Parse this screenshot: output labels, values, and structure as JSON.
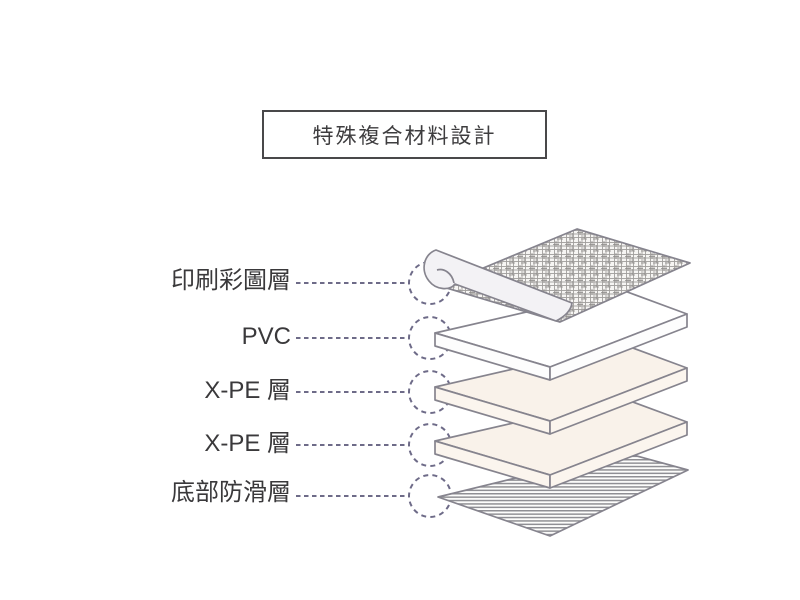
{
  "title": {
    "text": "特殊複合材料設計"
  },
  "callouts": [
    {
      "label": "印刷彩圖層",
      "layer": "printed-graphic-sheet"
    },
    {
      "label": "PVC",
      "layer": "pvc-slab"
    },
    {
      "label": "X-PE 層",
      "layer": "xpe-slab-upper"
    },
    {
      "label": "X-PE 層",
      "layer": "xpe-slab-lower"
    },
    {
      "label": "底部防滑層",
      "layer": "anti-slip-sheet"
    }
  ],
  "layers": [
    {
      "name": "printed-graphic-sheet",
      "appearance": "crosshatch-textured sheet with curled front edge"
    },
    {
      "name": "pvc-slab",
      "appearance": "white slab"
    },
    {
      "name": "xpe-slab-upper",
      "appearance": "cream slab"
    },
    {
      "name": "xpe-slab-lower",
      "appearance": "cream slab"
    },
    {
      "name": "anti-slip-sheet",
      "appearance": "flat sheet with horizontal stripes"
    }
  ],
  "colors": {
    "background": "#ffffff",
    "outline": "#86848e",
    "callout": "#6e6b88",
    "label_text": "#3a393b",
    "title_text": "#3e3d3f",
    "title_border": "#49484a",
    "pvc_top": "#ffffff",
    "pvc_side": "#fdfdfd",
    "xpe_top": "#f9f2ea",
    "xpe_side": "#fbf5ee",
    "curl_fill": "#f3f2f5",
    "texture_bg": "#f6f5f3",
    "texture_line": "#a19f9d",
    "stripe_line": "#8f8f94",
    "stripe_bg": "#fdfdfc"
  }
}
